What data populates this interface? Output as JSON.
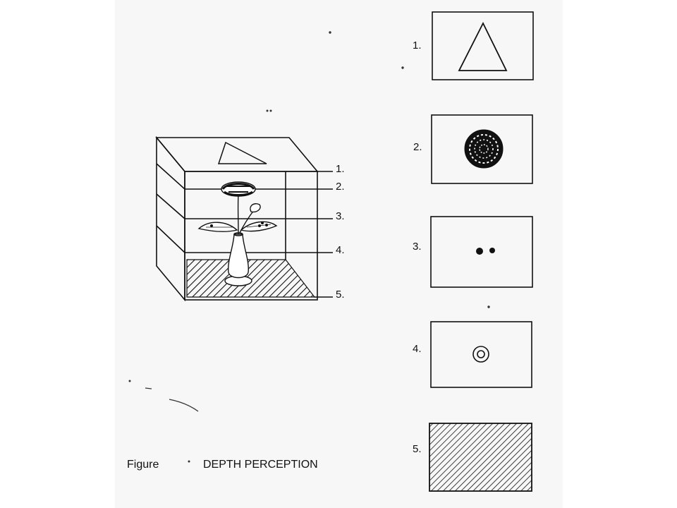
{
  "caption": {
    "figure_word": "Figure",
    "title": "DEPTH PERCEPTION"
  },
  "cube_levels": [
    "1.",
    "2.",
    "3.",
    "4.",
    "5."
  ],
  "panels": [
    {
      "number": "1.",
      "content": "triangle-icon"
    },
    {
      "number": "2.",
      "content": "flower-head-icon"
    },
    {
      "number": "3.",
      "content": "two-dots-icon"
    },
    {
      "number": "4.",
      "content": "concentric-circles-icon"
    },
    {
      "number": "5.",
      "content": "hatched-floor-icon"
    }
  ]
}
